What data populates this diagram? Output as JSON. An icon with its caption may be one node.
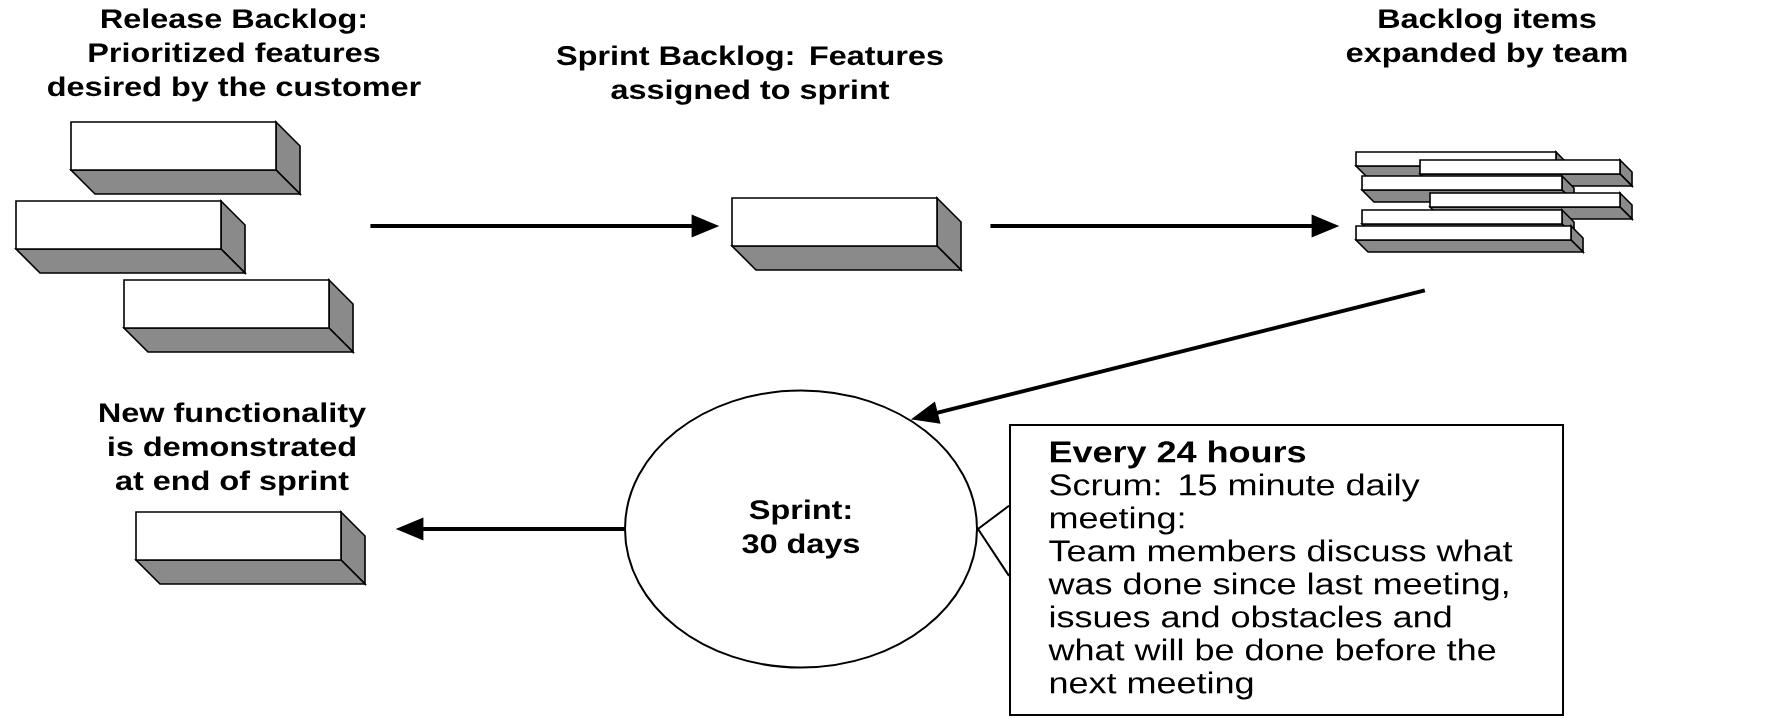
{
  "diagram": {
    "nodes": [
      {
        "text": [
          "Release Backlog: Prioritized features desired by the customer"
        ]
      },
      {
        "text": [
          "Sprint Backlog: Features assigned to sprint"
        ]
      },
      {
        "text": [
          "Backlog items expanded by team"
        ]
      },
      {
        "text": [
          "Sprint: 30 days"
        ]
      },
      {
        "text": [
          "New functionality is demonstrated at end of sprint"
        ]
      },
      {
        "text": [
          "Every 24 hours",
          "Scrum: 15 minute daily meeting:",
          "Team members discuss what was done since last meeting, issues and obstacles and what will be done before the next meeting"
        ]
      }
    ],
    "edges": [
      {
        "from": 0,
        "to": 1,
        "arrow": "to"
      },
      {
        "from": 1,
        "to": 2,
        "arrow": "to"
      },
      {
        "from": 2,
        "to": 3,
        "arrow": "to"
      },
      {
        "from": 3,
        "to": 4,
        "arrow": "to"
      },
      {
        "from": 5,
        "to": 3,
        "arrow": "none"
      }
    ]
  }
}
